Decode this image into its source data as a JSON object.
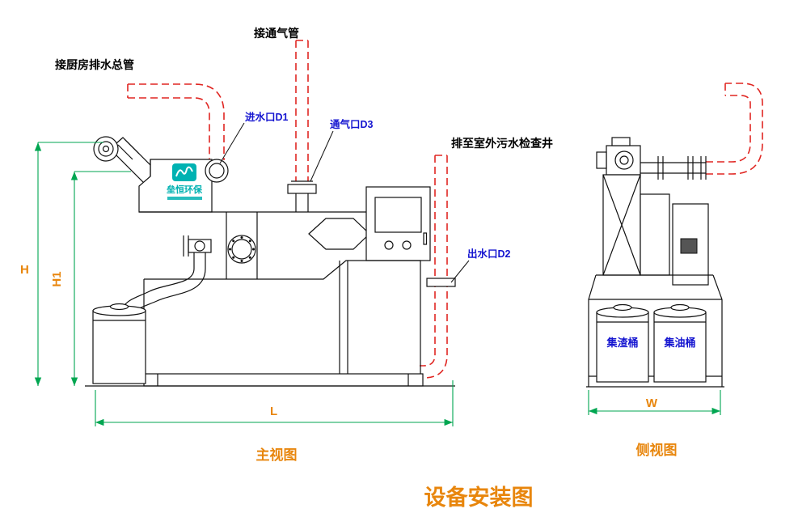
{
  "title": "设备安装图",
  "front_view": {
    "caption": "主视图",
    "labels": {
      "kitchen_main": "接厨房排水总管",
      "vent_pipe": "接通气管",
      "to_well": "排至室外污水检查井",
      "inlet_d1": "进水口D1",
      "vent_d3": "通气口D3",
      "outlet_d2": "出水口D2"
    },
    "dims": {
      "h": "H",
      "h1": "H1",
      "l": "L"
    }
  },
  "side_view": {
    "caption": "侧视图",
    "labels": {
      "slag_bucket": "集渣桶",
      "oil_bucket": "集油桶"
    },
    "dims": {
      "w": "W"
    }
  },
  "logo": {
    "text": "垒恒环保"
  },
  "colors": {
    "pipe_red": "#e02622",
    "dimension_green": "#00a651",
    "dimension_text_orange": "#e8860d",
    "annotation_blue": "#1515d0",
    "logo_teal": "#00b2b2",
    "equipment_line": "#111111"
  }
}
